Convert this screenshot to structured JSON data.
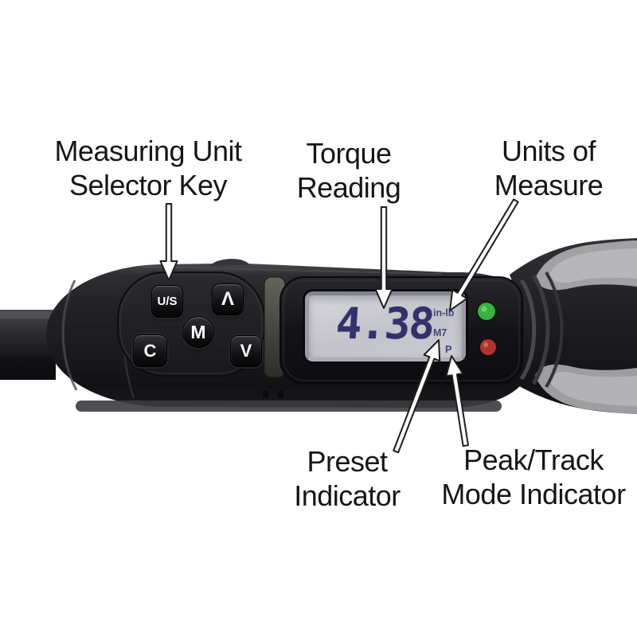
{
  "diagram": {
    "labels": {
      "measuring_unit_selector": {
        "line1": "Measuring Unit",
        "line2": "Selector Key"
      },
      "torque_reading": {
        "line1": "Torque",
        "line2": "Reading"
      },
      "units_of_measure": {
        "line1": "Units of",
        "line2": "Measure"
      },
      "preset_indicator": {
        "line1": "Preset",
        "line2": "Indicator"
      },
      "peak_track_mode_indicator": {
        "line1": "Peak/Track",
        "line2": "Mode Indicator"
      }
    }
  },
  "device": {
    "buttons": {
      "unit_selector": "U/S",
      "up": "Λ",
      "mode": "M",
      "clear": "C",
      "down": "V"
    },
    "display": {
      "torque_value": "4.38",
      "unit": "in-lb",
      "preset": "M7",
      "mode_indicator": "P"
    },
    "leds": {
      "green": "#38b33d",
      "red": "#b23430"
    },
    "colors": {
      "lcd_background": "#c7c7ce",
      "lcd_digits": "#33316a",
      "body": "#1b1b1e",
      "grip": "#a6a6a8"
    }
  }
}
